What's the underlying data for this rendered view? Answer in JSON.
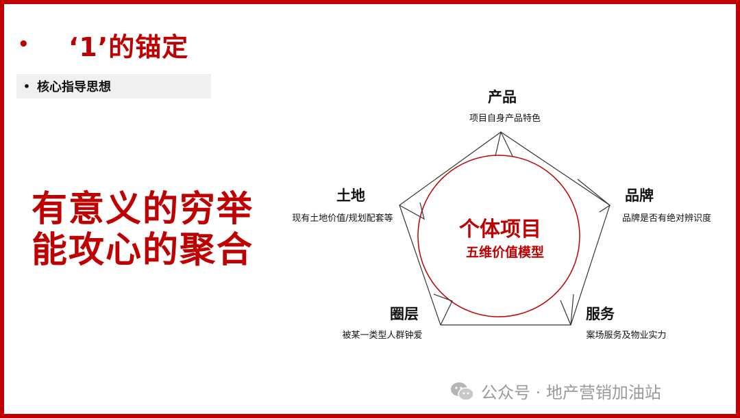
{
  "slide": {
    "title_bullet": "•",
    "title": "‘1’的锚定",
    "subheading_bullet": "•",
    "subheading": "核心指导思想",
    "slogan_line1": "有意义的穷举",
    "slogan_line2": "能攻心的聚合"
  },
  "diagram": {
    "center_title": "个体项目",
    "center_subtitle": "五维价值模型",
    "dimensions": {
      "product": {
        "label": "产品",
        "desc": "项目自身产品特色"
      },
      "brand": {
        "label": "品牌",
        "desc": "品牌是否有绝对辨识度"
      },
      "service": {
        "label": "服务",
        "desc": "案场服务及物业实力"
      },
      "circle": {
        "label": "圈层",
        "desc": "被某一类型人群钟爱"
      },
      "land": {
        "label": "土地",
        "desc": "现有土地价值/规划配套等"
      }
    }
  },
  "watermark": {
    "icon": "wechat-icon",
    "text": "公众号 · 地产营销加油站"
  },
  "colors": {
    "accent": "#c00000",
    "subheading_bg": "#f0f0f0",
    "watermark": "#9a9a9a"
  }
}
